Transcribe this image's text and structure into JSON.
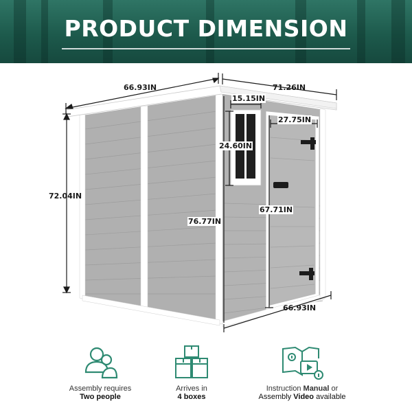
{
  "banner": {
    "title": "PRODUCT DIMENSION"
  },
  "dimensions": {
    "top_left_width": "66.93IN",
    "top_right_depth": "71.26IN",
    "window_width": "15.15IN",
    "door_width": "27.75IN",
    "window_height": "24.60IN",
    "back_height": "72.04IN",
    "door_height": "67.71IN",
    "front_height": "76.77IN",
    "bottom_depth": "66.93IN"
  },
  "features": [
    {
      "icon": "people-icon",
      "line1": "Assembly requires",
      "line2_bold": "Two people",
      "line2_rest": ""
    },
    {
      "icon": "boxes-icon",
      "line1": "Arrives in",
      "line2_bold": "4 boxes",
      "line2_rest": ""
    },
    {
      "icon": "manual-video-icon",
      "line1_pre": "Instruction ",
      "line1_bold": "Manual",
      "line1_post": " or",
      "line2_pre": "Assembly ",
      "line2_bold": "Video",
      "line2_rest": " available"
    }
  ],
  "colors": {
    "banner": "#1d5a4c",
    "accent_icon": "#2e8a72",
    "shed_panel": "#aeaeae",
    "shed_trim": "#ffffff"
  }
}
